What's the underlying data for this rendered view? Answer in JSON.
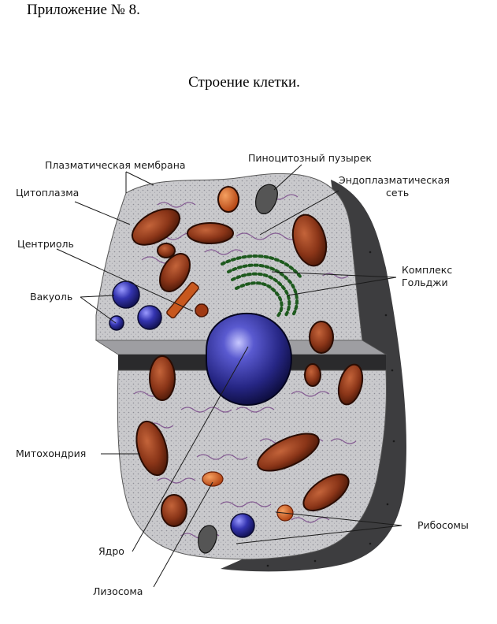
{
  "header": {
    "appendix": "Приложение № 8.",
    "title": "Строение клетки."
  },
  "diagram": {
    "labels": {
      "plasma_membrane": "Плазматическая мембрана",
      "pinocytic_vesicle": "Пиноцитозный пузырек",
      "cytoplasm": "Цитоплазма",
      "er_line1": "Эндоплазматическая",
      "er_line2": "сеть",
      "centriole": "Центриоль",
      "golgi_line1": "Комплекс",
      "golgi_line2": "Гольджи",
      "vacuole": "Вакуоль",
      "mitochondrion": "Митохондрия",
      "ribosomes": "Рибосомы",
      "nucleus": "Ядро",
      "lysosome": "Лизосома"
    }
  }
}
